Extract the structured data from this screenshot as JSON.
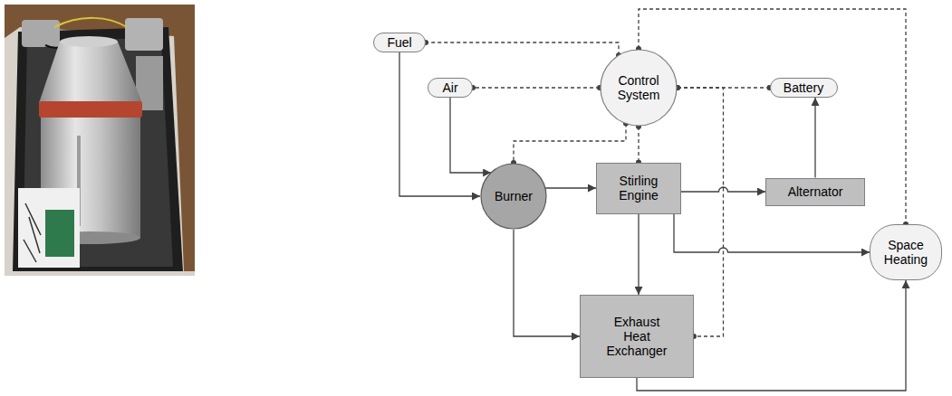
{
  "diagram": {
    "nodes": [
      {
        "text": [
          "Fuel"
        ]
      },
      {
        "text": [
          "Control System"
        ]
      },
      {
        "text": [
          "Air"
        ]
      },
      {
        "text": [
          "Battery"
        ]
      },
      {
        "text": [
          "Burner"
        ]
      },
      {
        "text": [
          "Stirling Engine"
        ]
      },
      {
        "text": [
          "Alternator"
        ]
      },
      {
        "text": [
          "Space Heating"
        ]
      },
      {
        "text": [
          "Exhaust Heat Exchanger"
        ]
      }
    ],
    "edges": [
      {
        "from": 0,
        "to": 4,
        "arrow": "to"
      },
      {
        "from": 2,
        "to": 4,
        "arrow": "to"
      },
      {
        "from": 4,
        "to": 5,
        "arrow": "to"
      },
      {
        "from": 4,
        "to": 8,
        "arrow": "to"
      },
      {
        "from": 5,
        "to": 6,
        "arrow": "to"
      },
      {
        "from": 6,
        "to": 3,
        "arrow": "to"
      },
      {
        "from": 5,
        "to": 8,
        "arrow": "to"
      },
      {
        "from": 5,
        "to": 7,
        "arrow": "to"
      },
      {
        "from": 8,
        "to": 7,
        "arrow": "to"
      },
      {
        "from": 1,
        "to": 0,
        "arrow": "none"
      },
      {
        "from": 1,
        "to": 2,
        "arrow": "none"
      },
      {
        "from": 1,
        "to": 3,
        "arrow": "none"
      },
      {
        "from": 1,
        "to": 4,
        "arrow": "none"
      },
      {
        "from": 1,
        "to": 5,
        "arrow": "none"
      },
      {
        "from": 1,
        "to": 7,
        "arrow": "none"
      },
      {
        "from": 1,
        "to": 8,
        "arrow": "none"
      }
    ]
  }
}
